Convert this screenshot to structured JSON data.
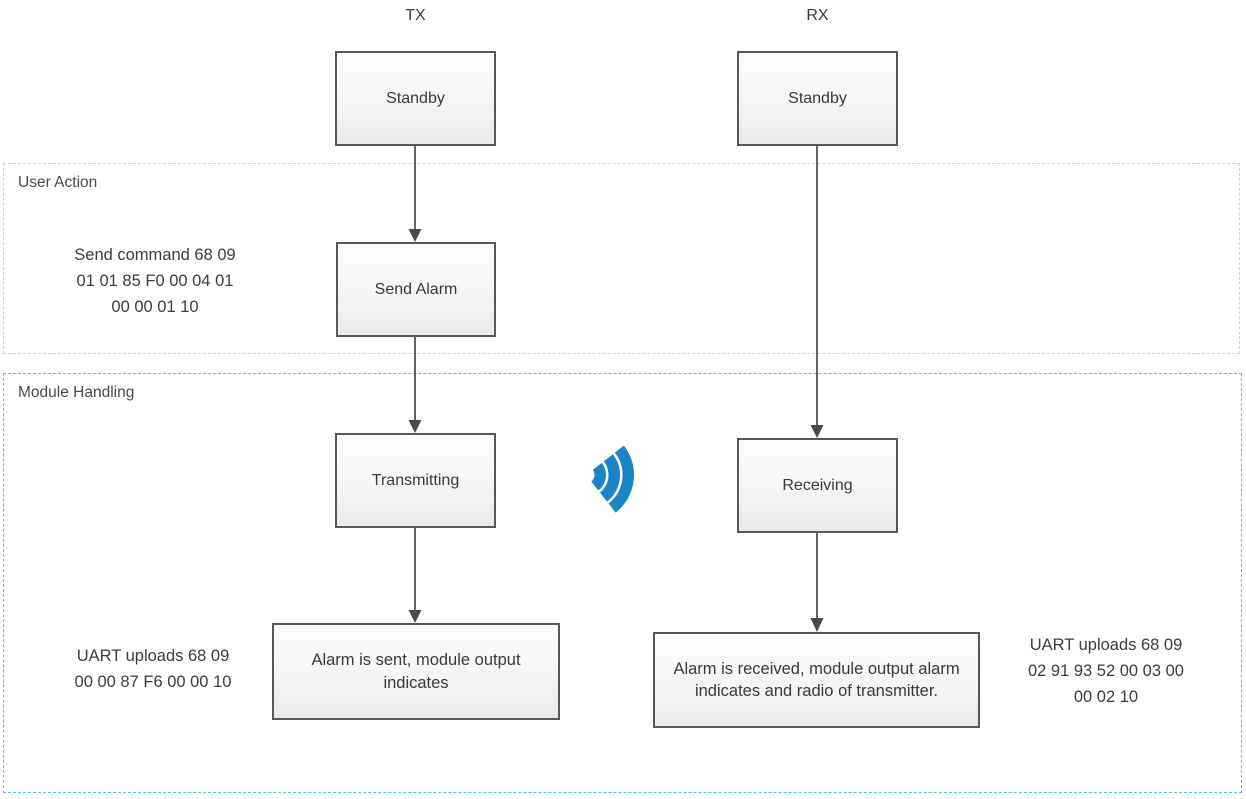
{
  "columns": {
    "tx_label": "TX",
    "rx_label": "RX"
  },
  "boxes": {
    "tx_standby": "Standby",
    "rx_standby": "Standby",
    "send_alarm": "Send Alarm",
    "transmitting": "Transmitting",
    "receiving": "Receiving",
    "alarm_sent": "Alarm is sent, module output indicates",
    "alarm_received": "Alarm is received, module output alarm indicates and radio of transmitter."
  },
  "regions": {
    "user_action": {
      "label": "User Action",
      "border_color": "#ece33e"
    },
    "module_handling": {
      "label": "Module Handling",
      "border_color": "#4ec1e8"
    }
  },
  "annotations": {
    "send_command": {
      "lines": [
        "Send command 68 09",
        "01 01 85 F0 00 04 01",
        "00 00 01 10"
      ]
    },
    "uart_tx": {
      "lines": [
        "UART uploads 68 09",
        "00 00 87 F6 00 00 10"
      ]
    },
    "uart_rx": {
      "lines": [
        "UART uploads 68 09",
        "02 91 93 52 00 03 00",
        "00 02 10"
      ]
    }
  },
  "icons": {
    "signal": {
      "name": "radio-signal-icon",
      "color": "#1b84c6"
    }
  },
  "style_colors": {
    "box_border": "#585858",
    "arrow": "#4a4a4a"
  }
}
